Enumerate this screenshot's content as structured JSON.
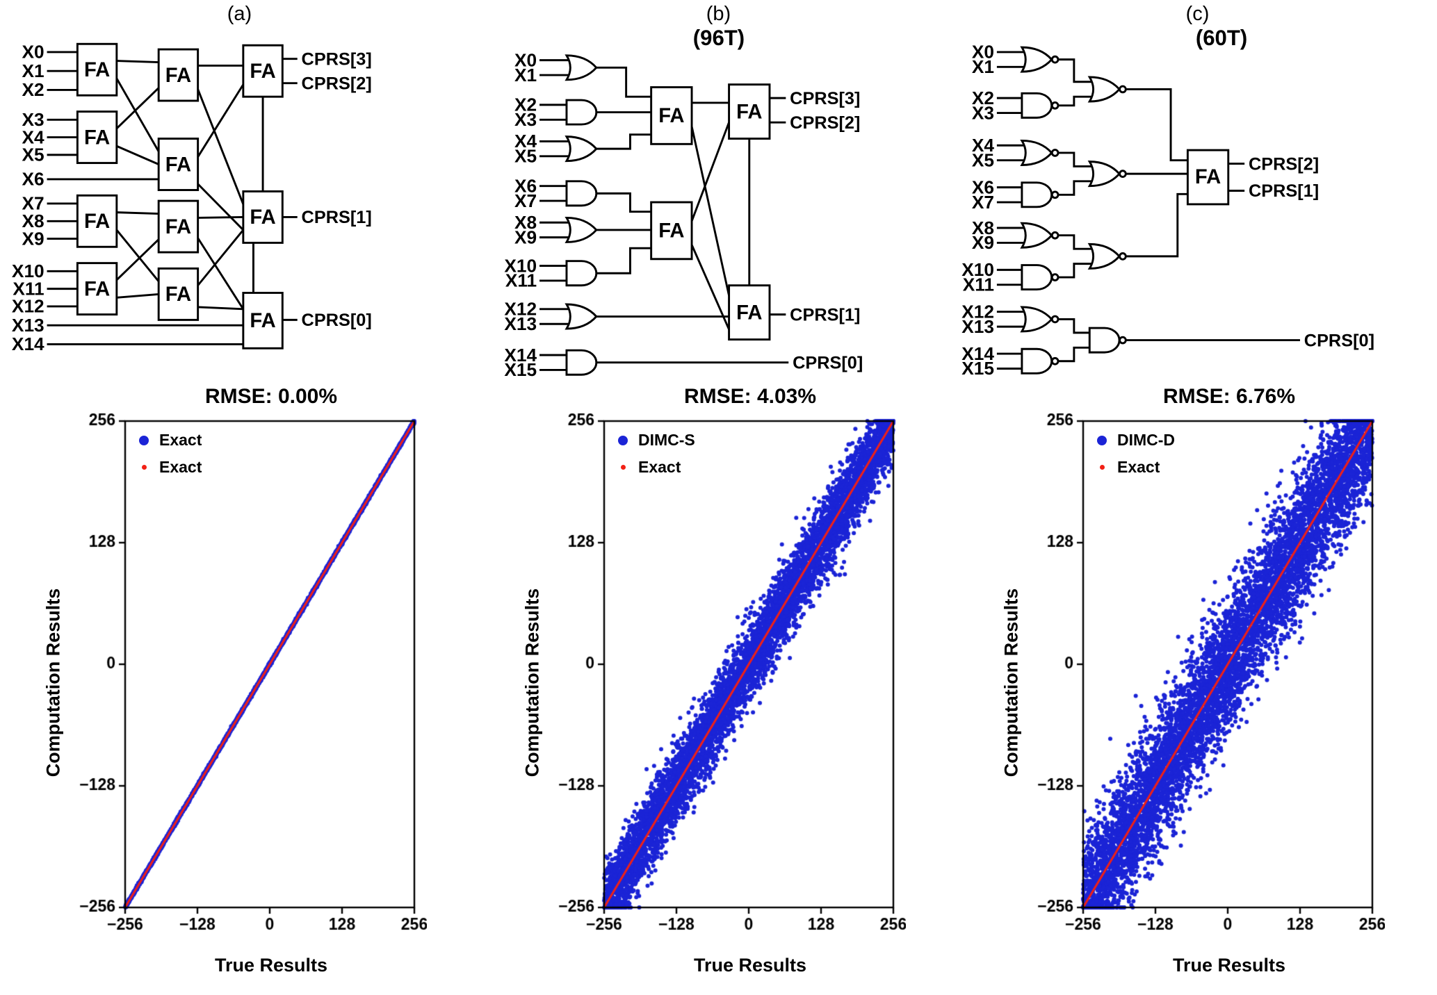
{
  "labels": {
    "fa": "FA"
  },
  "figure_captions": [
    "(a)",
    "(b)",
    "(c)"
  ],
  "circuits": [
    {
      "caption": "(a)",
      "title": "",
      "inputs": [
        "X0",
        "X1",
        "X2",
        "X3",
        "X4",
        "X5",
        "X6",
        "X7",
        "X8",
        "X9",
        "X10",
        "X11",
        "X12",
        "X13",
        "X14"
      ],
      "outputs": [
        "CPRS[3]",
        "CPRS[2]",
        "CPRS[1]",
        "CPRS[0]"
      ],
      "fa_count": 11
    },
    {
      "caption": "(b)",
      "title": "(96T)",
      "inputs": [
        "X0",
        "X1",
        "X2",
        "X3",
        "X4",
        "X5",
        "X6",
        "X7",
        "X8",
        "X9",
        "X10",
        "X11",
        "X12",
        "X13",
        "X14",
        "X15"
      ],
      "outputs": [
        "CPRS[3]",
        "CPRS[2]",
        "CPRS[1]",
        "CPRS[0]"
      ],
      "fa_count": 4
    },
    {
      "caption": "(c)",
      "title": "(60T)",
      "inputs": [
        "X0",
        "X1",
        "X2",
        "X3",
        "X4",
        "X5",
        "X6",
        "X7",
        "X8",
        "X9",
        "X10",
        "X11",
        "X12",
        "X13",
        "X14",
        "X15"
      ],
      "outputs": [
        "CPRS[2]",
        "CPRS[1]",
        "CPRS[0]"
      ],
      "fa_count": 1
    }
  ],
  "chart_data": [
    {
      "type": "scatter",
      "title": "RMSE: 0.00%",
      "xlabel": "True Results",
      "ylabel": "Computation Results",
      "xlim": [
        -256,
        256
      ],
      "ylim": [
        -256,
        256
      ],
      "xticks": [
        -256,
        -128,
        0,
        128,
        256
      ],
      "yticks": [
        -256,
        -128,
        0,
        128,
        256
      ],
      "legend": [
        {
          "label": "Exact",
          "color": "#1b24d6",
          "marker_px": 14
        },
        {
          "label": "Exact",
          "color": "#f22015",
          "marker_px": 7
        }
      ],
      "relationship": "y = x",
      "noise_std": 0.8,
      "n_points": 5000,
      "point_color": "#1b24d6",
      "point_radius": 3,
      "line_color": "#f22015",
      "line_width": 3,
      "seed": 11
    },
    {
      "type": "scatter",
      "title": "RMSE: 4.03%",
      "xlabel": "True Results",
      "ylabel": "Computation Results",
      "xlim": [
        -256,
        256
      ],
      "ylim": [
        -256,
        256
      ],
      "xticks": [
        -256,
        -128,
        0,
        128,
        256
      ],
      "yticks": [
        -256,
        -128,
        0,
        128,
        256
      ],
      "legend": [
        {
          "label": "DIMC-S",
          "color": "#1b24d6",
          "marker_px": 14
        },
        {
          "label": "Exact",
          "color": "#f22015",
          "marker_px": 7
        }
      ],
      "relationship": "y = x + noise",
      "noise_std": 20,
      "n_points": 6500,
      "point_color": "#1b24d6",
      "point_radius": 3,
      "line_color": "#f22015",
      "line_width": 3,
      "seed": 22
    },
    {
      "type": "scatter",
      "title": "RMSE: 6.76%",
      "xlabel": "True Results",
      "ylabel": "Computation Results",
      "xlim": [
        -256,
        256
      ],
      "ylim": [
        -256,
        256
      ],
      "xticks": [
        -256,
        -128,
        0,
        128,
        256
      ],
      "yticks": [
        -256,
        -128,
        0,
        128,
        256
      ],
      "legend": [
        {
          "label": "DIMC-D",
          "color": "#1b24d6",
          "marker_px": 14
        },
        {
          "label": "Exact",
          "color": "#f22015",
          "marker_px": 7
        }
      ],
      "relationship": "y = x + noise",
      "noise_std": 34,
      "n_points": 7000,
      "point_color": "#1b24d6",
      "point_radius": 3,
      "line_color": "#f22015",
      "line_width": 3,
      "seed": 33
    }
  ]
}
